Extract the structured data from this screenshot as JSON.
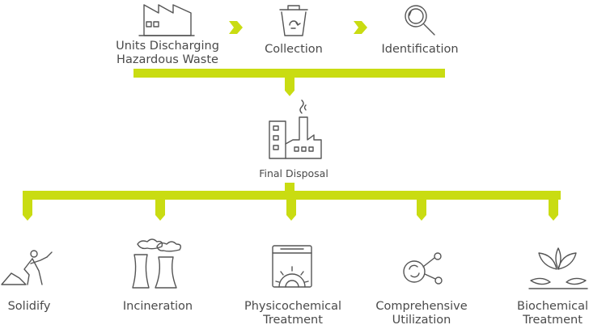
{
  "accent_color": "#c9dc12",
  "icon_color": "#555555",
  "top_steps": [
    {
      "label": "Units Discharging\nHazardous Waste",
      "icon": "factory-buildings-icon"
    },
    {
      "label": "Collection",
      "icon": "recycle-bin-icon"
    },
    {
      "label": "Identification",
      "icon": "magnifier-icon"
    }
  ],
  "center": {
    "label": "Final Disposal",
    "icon": "factory-icon"
  },
  "bottom_steps": [
    {
      "label": "Solidify",
      "icon": "worker-shovel-icon"
    },
    {
      "label": "Incineration",
      "icon": "cooling-towers-icon"
    },
    {
      "label": "Physicochemical\nTreatment",
      "icon": "gear-monitor-icon"
    },
    {
      "label": "Comprehensive\nUtilization",
      "icon": "recycle-molecule-icon"
    },
    {
      "label": "Biochemical\nTreatment",
      "icon": "leaves-icon"
    }
  ]
}
